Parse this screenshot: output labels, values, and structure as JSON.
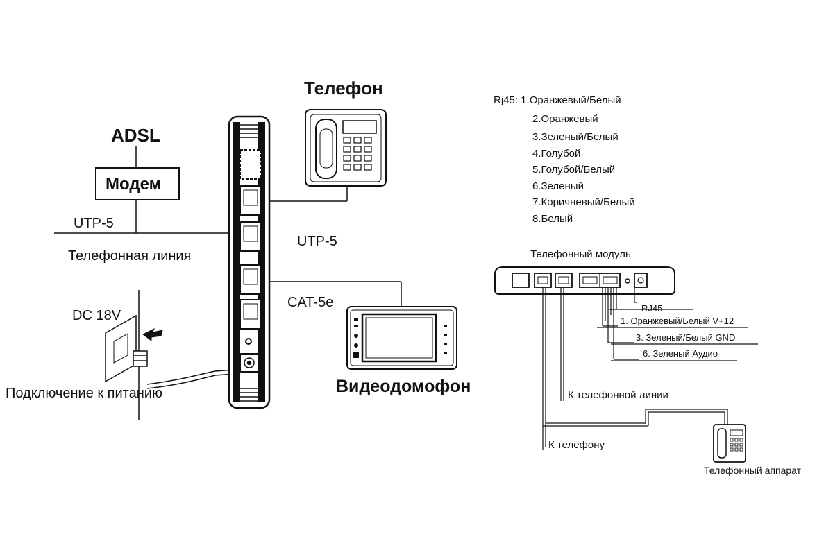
{
  "left": {
    "adsl": "ADSL",
    "modem": "Модем",
    "utp_left": "UTP-5",
    "phone_line": "Телефонная линия",
    "dc": "DC 18V",
    "power": "Подключение к питанию",
    "phone_title": "Телефон",
    "utp_mid": "UTP-5",
    "cat": "CAT-5e",
    "intercom": "Видеодомофон"
  },
  "right": {
    "rj45_list": [
      "Rj45: 1.Оранжевый/Белый",
      "2.Оранжевый",
      "3.Зеленый/Белый",
      "4.Голубой",
      "5.Голубой/Белый",
      "6.Зеленый",
      "7.Коричневый/Белый",
      "8.Белый"
    ],
    "module_title": "Телефонный модуль",
    "rj45_label": "RJ45",
    "pins": [
      "1. Оранжевый/Белый V+12",
      "3. Зеленый/Белый  GND",
      "6. Зеленый   Аудио"
    ],
    "to_line": "К телефонной линии",
    "to_phone": "К телефону",
    "phone_set": "Телефонный аппарат"
  }
}
